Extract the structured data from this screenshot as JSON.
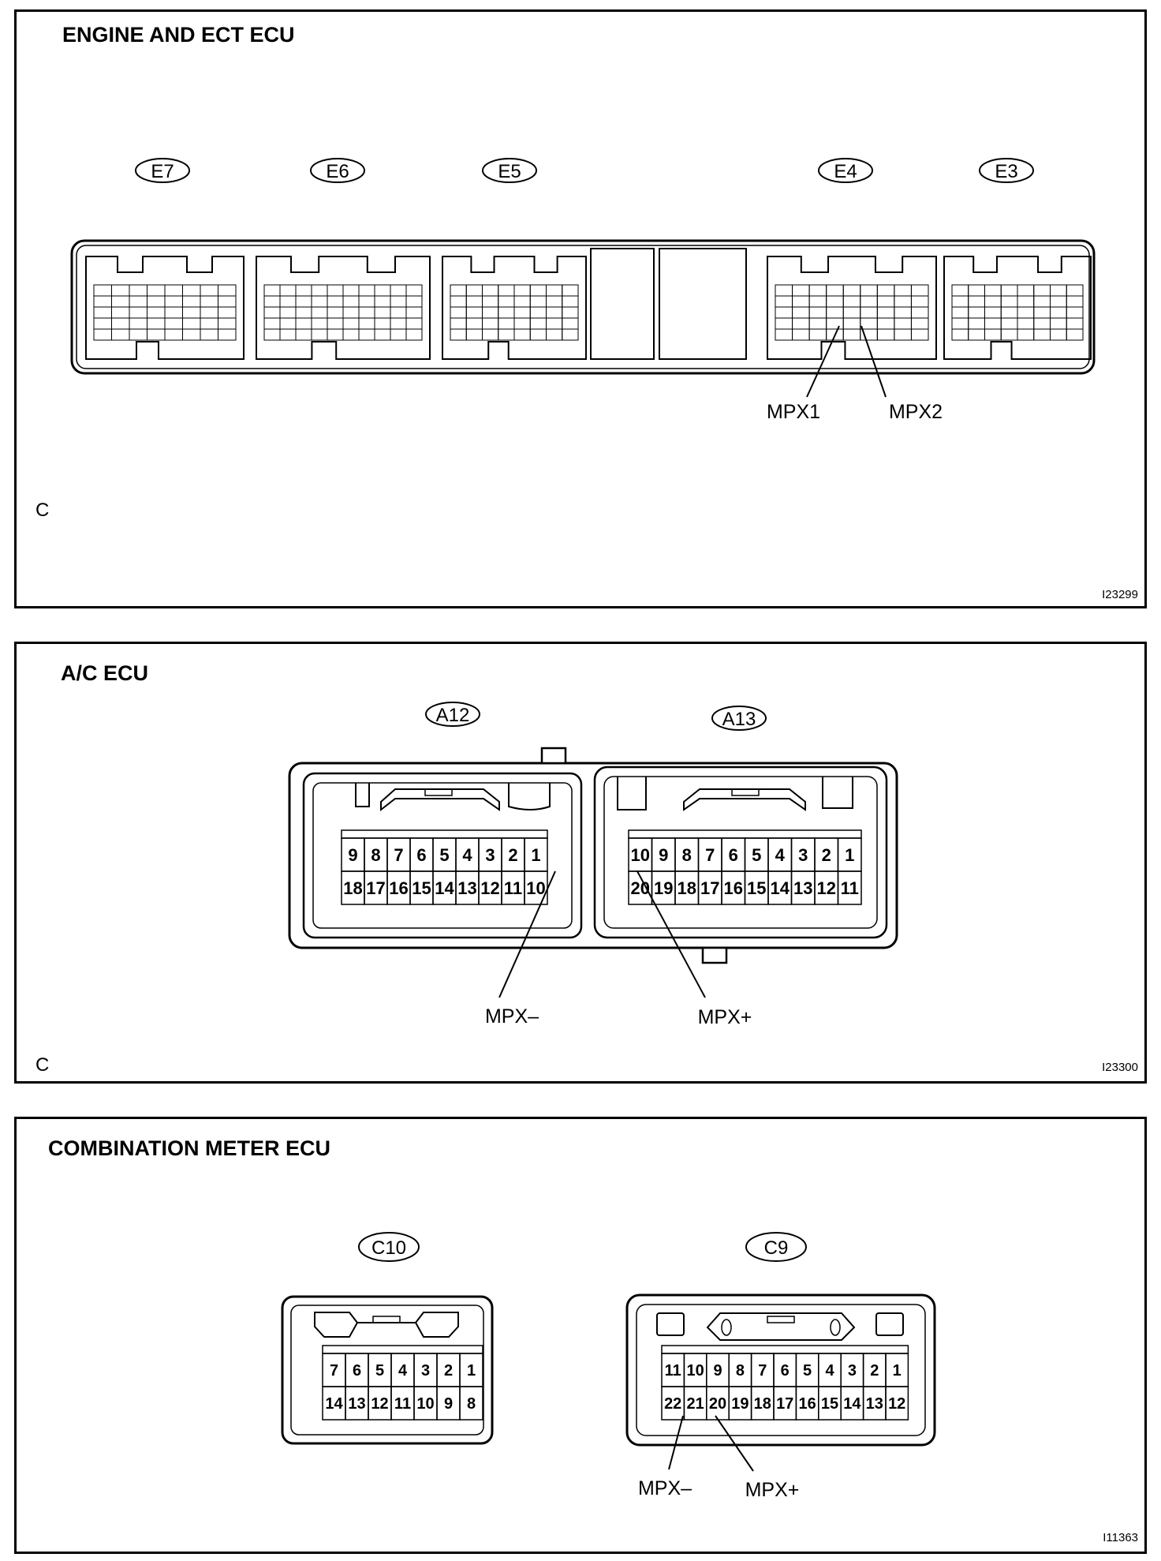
{
  "panels": [
    {
      "title": "ENGINE AND ECT ECU",
      "corner_letter": "C",
      "figure_id": "I23299",
      "connectors": [
        "E7",
        "E6",
        "E5",
        "E4",
        "E3"
      ],
      "callouts": [
        "MPX1",
        "MPX2"
      ]
    },
    {
      "title": "A/C ECU",
      "corner_letter": "C",
      "figure_id": "I23300",
      "connectors": [
        "A12",
        "A13"
      ],
      "a12_pins": {
        "top": [
          "9",
          "8",
          "7",
          "6",
          "5",
          "4",
          "3",
          "2",
          "1"
        ],
        "bottom": [
          "18",
          "17",
          "16",
          "15",
          "14",
          "13",
          "12",
          "11",
          "10"
        ]
      },
      "a13_pins": {
        "top": [
          "10",
          "9",
          "8",
          "7",
          "6",
          "5",
          "4",
          "3",
          "2",
          "1"
        ],
        "bottom": [
          "20",
          "19",
          "18",
          "17",
          "16",
          "15",
          "14",
          "13",
          "12",
          "11"
        ]
      },
      "callouts": [
        "MPX–",
        "MPX+"
      ]
    },
    {
      "title": "COMBINATION METER ECU",
      "figure_id": "I11363",
      "connectors": [
        "C10",
        "C9"
      ],
      "c10_pins": {
        "top": [
          "7",
          "6",
          "5",
          "4",
          "3",
          "2",
          "1"
        ],
        "bottom": [
          "14",
          "13",
          "12",
          "11",
          "10",
          "9",
          "8"
        ]
      },
      "c9_pins": {
        "top": [
          "11",
          "10",
          "9",
          "8",
          "7",
          "6",
          "5",
          "4",
          "3",
          "2",
          "1"
        ],
        "bottom": [
          "22",
          "21",
          "20",
          "19",
          "18",
          "17",
          "16",
          "15",
          "14",
          "13",
          "12"
        ]
      },
      "callouts": [
        "MPX–",
        "MPX+"
      ]
    }
  ]
}
